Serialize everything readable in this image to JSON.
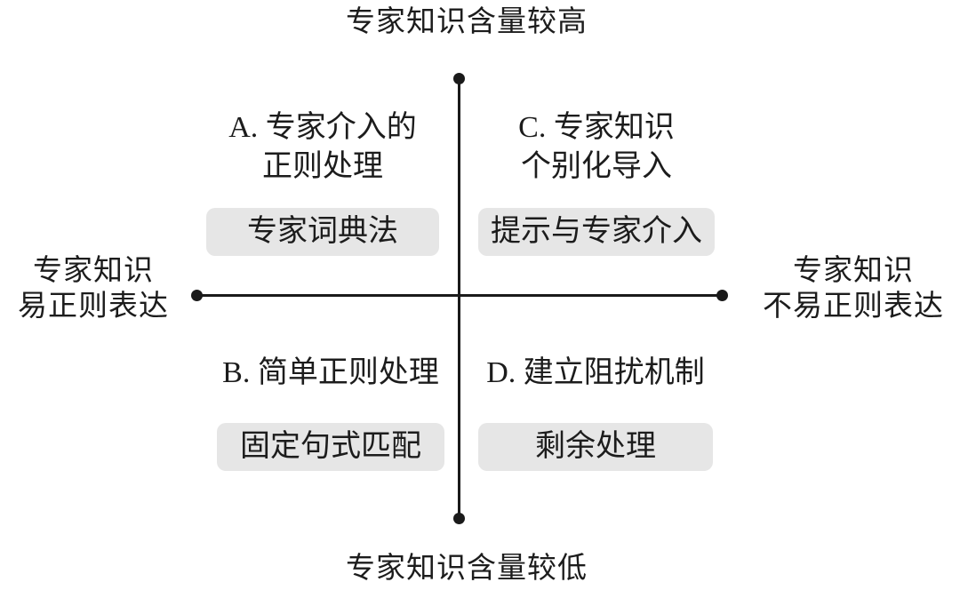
{
  "diagram": {
    "type": "quadrant-matrix",
    "axis_labels": {
      "top": "专家知识含量较高",
      "bottom": "专家知识含量较低",
      "left_line1": "专家知识",
      "left_line2": "易正则表达",
      "right_line1": "专家知识",
      "right_line2": "不易正则表达"
    },
    "quadrants": [
      {
        "id": "A",
        "position": "top-left",
        "title_line1": "A. 专家介入的",
        "title_line2": "正则处理",
        "badge": "专家词典法"
      },
      {
        "id": "C",
        "position": "top-right",
        "title_line1": "C. 专家知识",
        "title_line2": "个别化导入",
        "badge": "提示与专家介入"
      },
      {
        "id": "B",
        "position": "bottom-left",
        "title_line1": "B. 简单正则处理",
        "badge": "固定句式匹配"
      },
      {
        "id": "D",
        "position": "bottom-right",
        "title_line1": "D. 建立阻扰机制",
        "badge": "剩余处理"
      }
    ],
    "colors": {
      "background": "#ffffff",
      "axis": "#1a1a1a",
      "badge_background": "#e6e6e6",
      "text": "#1c1c1c"
    }
  }
}
